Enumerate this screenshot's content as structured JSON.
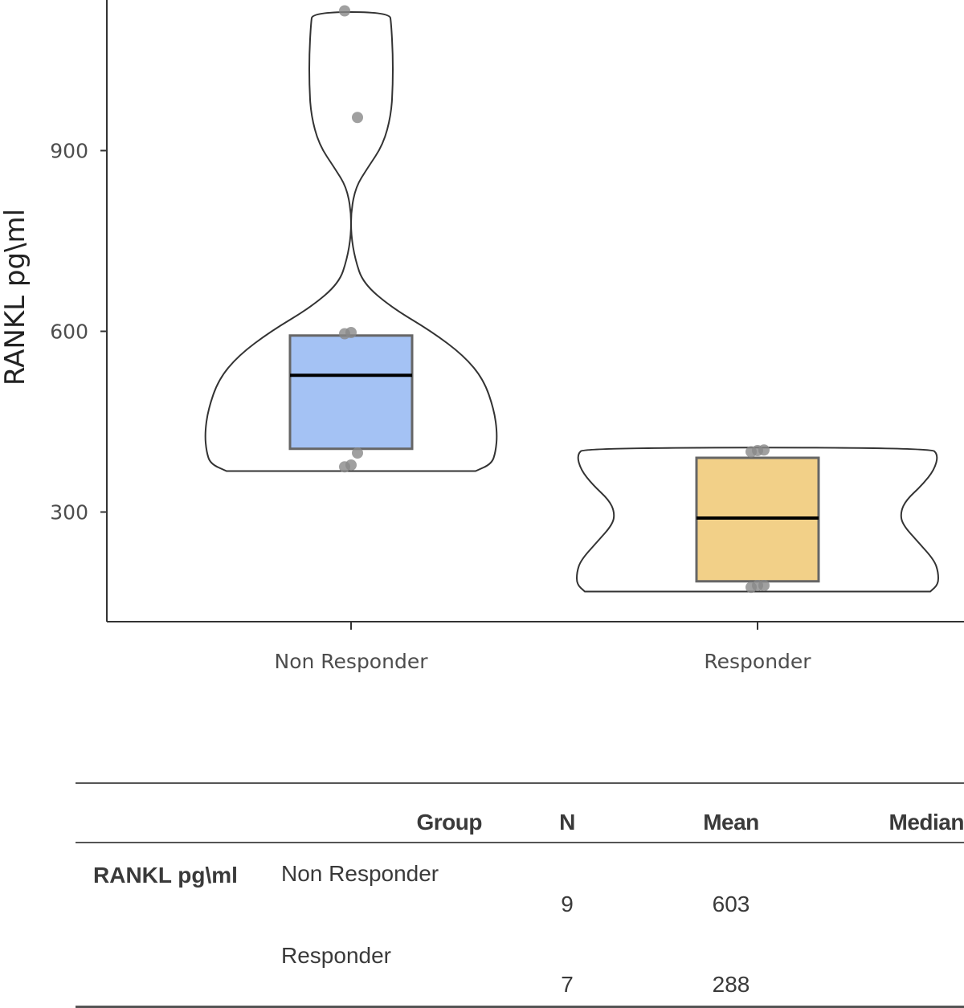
{
  "chart_data": {
    "type": "violin",
    "ylabel": "RANKL pg\\ml",
    "xlabel": "",
    "ylim": [
      118,
      1150
    ],
    "yticks": [
      300,
      600,
      900
    ],
    "grid": false,
    "categories": [
      "Non Responder",
      "Responder"
    ],
    "groups": [
      {
        "name": "Non Responder",
        "color": "#a4c2f4",
        "box": {
          "q1": 405,
          "median": 527,
          "q3": 593
        },
        "violin": {
          "min": 368,
          "max": 1130
        },
        "points": [
          375,
          378,
          398,
          596,
          598,
          955,
          1132
        ]
      },
      {
        "name": "Responder",
        "color": "#f2d088",
        "box": {
          "q1": 185,
          "median": 290,
          "q3": 390
        },
        "violin": {
          "min": 168,
          "max": 407
        },
        "points": [
          175,
          178,
          178,
          400,
          402,
          403
        ]
      }
    ]
  },
  "table": {
    "headers": {
      "group": "Group",
      "n": "N",
      "mean": "Mean",
      "extra": "Median"
    },
    "variable": "RANKL pg\\ml",
    "rows": [
      {
        "group": "Non Responder",
        "n": "9",
        "mean": "603"
      },
      {
        "group": "Responder",
        "n": "7",
        "mean": "288"
      }
    ]
  }
}
